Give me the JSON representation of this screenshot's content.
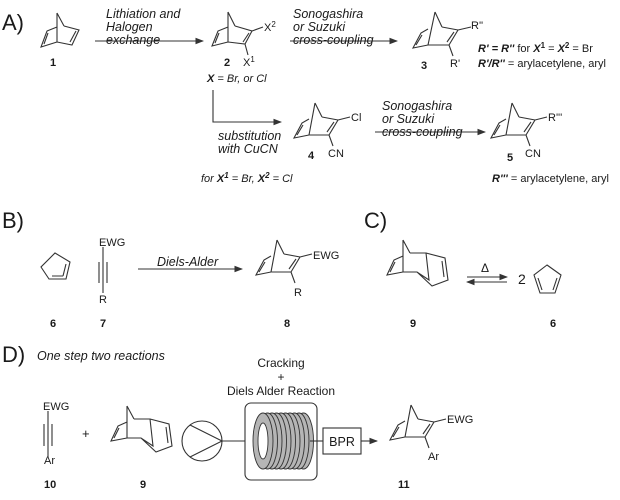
{
  "sections": {
    "A": {
      "label": "A)",
      "step1": [
        "Lithiation and",
        "Halogen",
        "exchange"
      ],
      "step2": [
        "Sonogashira",
        "or Suzuki",
        "cross-coupling"
      ],
      "step3": [
        "substitution",
        "with CuCN"
      ],
      "step4": [
        "Sonogashira",
        "or Suzuki",
        "cross-coupling"
      ],
      "x_note": {
        "x": "X",
        "rest": " = Br, or Cl"
      },
      "cucn_note": {
        "pre": "for ",
        "x1": "X",
        "sup1": "1",
        "mid": " = Br, ",
        "x2": "X",
        "sup2": "2",
        "end": " = Cl"
      },
      "r3_note1": {
        "r1": "R' = R''",
        "for": " for ",
        "x1": "X",
        "s1": "1",
        "eq": " = ",
        "x2": "X",
        "s2": "2",
        "end": " = Br"
      },
      "r3_note2": {
        "r": "R'/R''",
        "rest": " = arylacetylene, aryl"
      },
      "r5_note": {
        "r": "R'''",
        "rest": " = arylacetylene, aryl"
      }
    },
    "B": {
      "label": "B)",
      "condition": "Diels-Alder"
    },
    "C": {
      "label": "C)",
      "heat": "Δ",
      "coefficient": "2"
    },
    "D": {
      "label": "D)",
      "subtitle": "One step two reactions",
      "reactor_title": [
        "Cracking",
        "+",
        "Diels Alder Reaction"
      ],
      "plus": "+",
      "bpr": "BPR"
    }
  },
  "compounds": {
    "c1": "1",
    "c2": "2",
    "c3": "3",
    "c4": "4",
    "c5": "5",
    "c6": "6",
    "c7": "7",
    "c8": "8",
    "c9": "9",
    "c6b": "6",
    "c10": "10",
    "c9b": "9",
    "c11": "11"
  },
  "atoms": {
    "X2": "X",
    "X2sup": "2",
    "X1": "X",
    "X1sup": "1",
    "R2": "R''",
    "R1": "R'",
    "Cl": "Cl",
    "CN4": "CN",
    "R3": "R'''",
    "CN5": "CN",
    "EWG7": "EWG",
    "R7": "R",
    "EWG8": "EWG",
    "R8": "R",
    "EWG10": "EWG",
    "Ar10": "Ar",
    "EWG11": "EWG",
    "Ar11": "Ar"
  }
}
